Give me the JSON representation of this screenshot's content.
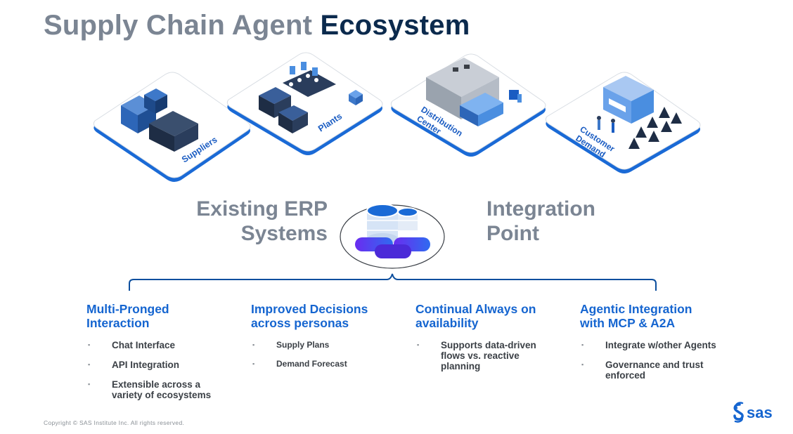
{
  "title": {
    "part1": "Supply Chain Agent ",
    "part2": "Ecosystem"
  },
  "tiles": [
    {
      "label": "Suppliers"
    },
    {
      "label": "Plants"
    },
    {
      "label_line1": "Distribution",
      "label_line2": "Center"
    },
    {
      "label_line1": "Customer",
      "label_line2": "Demand"
    }
  ],
  "hub": {
    "left_line1": "Existing ERP",
    "left_line2": "Systems",
    "right_line1": "Integration",
    "right_line2": "Point"
  },
  "columns": [
    {
      "heading_line1": "Multi-Pronged",
      "heading_line2": "Interaction",
      "items": [
        {
          "line1": "Chat Interface",
          "line2": ""
        },
        {
          "line1": "API Integration",
          "line2": ""
        },
        {
          "line1": "Extensible across a",
          "line2": "variety of ecosystems"
        }
      ]
    },
    {
      "heading_line1": "Improved Decisions",
      "heading_line2": "across personas",
      "items": [
        {
          "line1": "Supply Plans",
          "line2": ""
        },
        {
          "line1": "Demand Forecast",
          "line2": ""
        }
      ]
    },
    {
      "heading_line1": "Continual Always on",
      "heading_line2": "availability",
      "items": [
        {
          "line1": "Supports data-driven",
          "line2": "flows vs. reactive",
          "line3": "planning"
        }
      ]
    },
    {
      "heading_line1": "Agentic Integration",
      "heading_line2": "with MCP & A2A",
      "items": [
        {
          "line1": "Integrate w/other Agents",
          "line2": ""
        },
        {
          "line1": "Governance and trust",
          "line2": "enforced"
        }
      ]
    }
  ],
  "bullet_glyph": "▪",
  "copyright": "Copyright © SAS Institute Inc. All rights reserved.",
  "logo": {
    "text": "sas"
  },
  "colors": {
    "title_gray": "#7b8593",
    "title_navy": "#0b2a4d",
    "accent_blue": "#1565d0",
    "brace_blue": "#0d4f9e"
  }
}
